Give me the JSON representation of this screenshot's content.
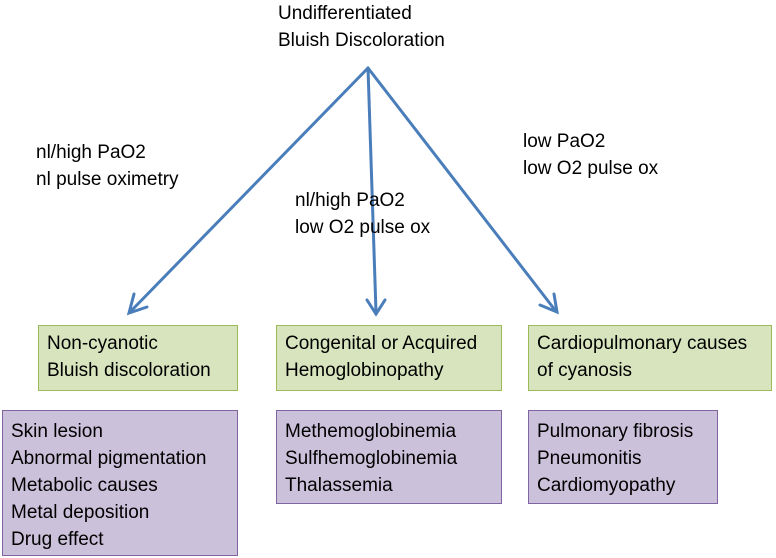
{
  "root": {
    "lines": [
      "Undifferentiated",
      "Bluish Discoloration"
    ]
  },
  "branches": [
    {
      "condition": [
        "nl/high PaO2",
        "nl pulse oximetry"
      ],
      "category": [
        "Non-cyanotic",
        "Bluish discoloration"
      ],
      "causes": [
        "Skin lesion",
        "Abnormal pigmentation",
        "Metabolic causes",
        "Metal deposition",
        "Drug effect"
      ]
    },
    {
      "condition": [
        "nl/high PaO2",
        "low O2 pulse ox"
      ],
      "category": [
        "Congenital or Acquired",
        "Hemoglobinopathy"
      ],
      "causes": [
        "Methemoglobinemia",
        "Sulfhemoglobinemia",
        "Thalassemia"
      ]
    },
    {
      "condition": [
        "low PaO2",
        "low O2 pulse ox"
      ],
      "category": [
        "Cardiopulmonary causes",
        "of cyanosis"
      ],
      "causes": [
        "Pulmonary fibrosis",
        "Pneumonitis",
        "Cardiomyopathy"
      ]
    }
  ],
  "colors": {
    "arrow": "#4a7ebb",
    "category_fill": "#d7e4bd",
    "category_border": "#9bbb59",
    "causes_fill": "#ccc1da",
    "causes_border": "#8064a2"
  }
}
